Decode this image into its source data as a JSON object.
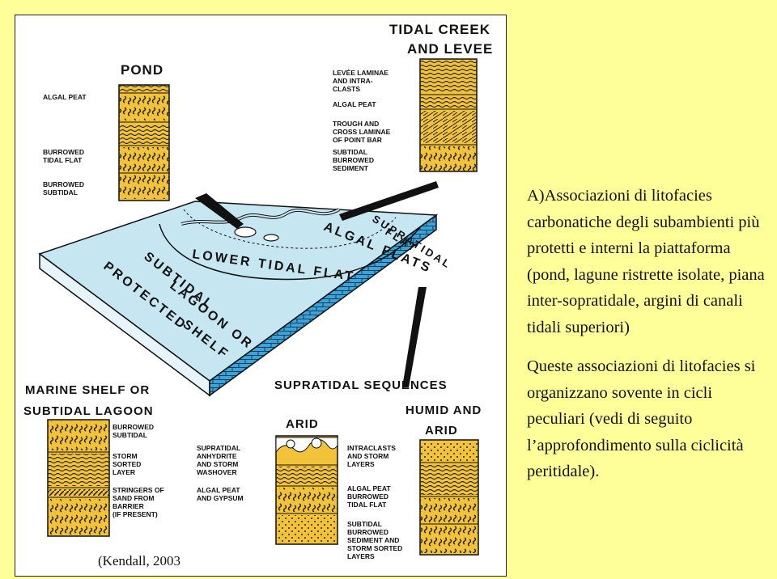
{
  "diagram": {
    "titles": {
      "pond": "POND",
      "tidal_creek_1": "TIDAL CREEK",
      "tidal_creek_2": "AND LEVEE",
      "marine_shelf_1": "MARINE SHELF OR",
      "marine_shelf_2": "SUBTIDAL LAGOON",
      "supratidal_sequences": "SUPRATIDAL SEQUENCES",
      "arid": "ARID",
      "humid_1": "HUMID AND",
      "humid_2": "ARID"
    },
    "pond_labels": {
      "algal_peat": "ALGAL PEAT",
      "burrowed_tidal_flat_1": "BURROWED",
      "burrowed_tidal_flat_2": "TIDAL FLAT",
      "burrowed_subtidal_1": "BURROWED",
      "burrowed_subtidal_2": "SUBTIDAL"
    },
    "creek_labels": {
      "levee_1": "LEVÉE LAMINAE",
      "levee_2": "AND INTRA-",
      "levee_3": "CLASTS",
      "algal_peat": "ALGAL PEAT",
      "trough_1": "TROUGH AND",
      "trough_2": "CROSS LAMINAE",
      "trough_3": "OF POINT BAR",
      "subtidal_1": "SUBTIDAL",
      "subtidal_2": "BURROWED",
      "subtidal_3": "SEDIMENT"
    },
    "marine_labels": {
      "burrowed_1": "BURROWED",
      "burrowed_2": "SUBTIDAL",
      "storm_1": "STORM",
      "storm_2": "SORTED",
      "storm_3": "LAYER",
      "stringers_1": "STRINGERS OF",
      "stringers_2": "SAND FROM",
      "stringers_3": "BARRIER",
      "stringers_4": "(IF PRESENT)"
    },
    "arid_labels": {
      "anhydrite_1": "SUPRATIDAL",
      "anhydrite_2": "ANHYDRITE",
      "anhydrite_3": "AND STORM",
      "anhydrite_4": "WASHOVER",
      "gypsum_1": "ALGAL PEAT",
      "gypsum_2": "AND GYPSUM"
    },
    "humid_labels": {
      "intraclasts_1": "INTRACLASTS",
      "intraclasts_2": "AND STORM",
      "intraclasts_3": "LAYERS",
      "algal_1": "ALGAL PEAT",
      "algal_2": "BURROWED",
      "algal_3": "TIDAL FLAT",
      "sub_1": "SUBTIDAL",
      "sub_2": "BURROWED",
      "sub_3": "SEDIMENT AND",
      "sub_4": "STORM SORTED",
      "sub_5": "LAYERS"
    },
    "block_labels": {
      "lower_tidal_flat": "LOWER  TIDAL  FLAT",
      "algal_flats": "ALGAL FLATS",
      "supratidal_flat_1": "SUPRATIDAL",
      "supratidal_flat_2": "FLAT",
      "subtidal_lagoon_1": "SUBTIDAL",
      "subtidal_lagoon_2": "LAGOON OR",
      "protected_shelf_1": "PROTECTED",
      "protected_shelf_2": "SHELF"
    },
    "colors": {
      "column_fill": "#f2c33a",
      "water": "#bfe3f0",
      "block_side": "#3ea3d6",
      "background": "#ffff99"
    }
  },
  "caption": {
    "para1": "A)Associazioni di litofacies carbonatiche degli subambienti più protetti  e interni la piattaforma (pond, lagune ristrette isolate, piana inter-sopratidale, argini di canali tidali superiori)",
    "para2": "Queste associazioni di litofacies si organizzano sovente  in cicli peculiari (vedi di seguito l’approfondimento sulla ciclicità peritidale)."
  },
  "credit": "(Kendall, 2003"
}
